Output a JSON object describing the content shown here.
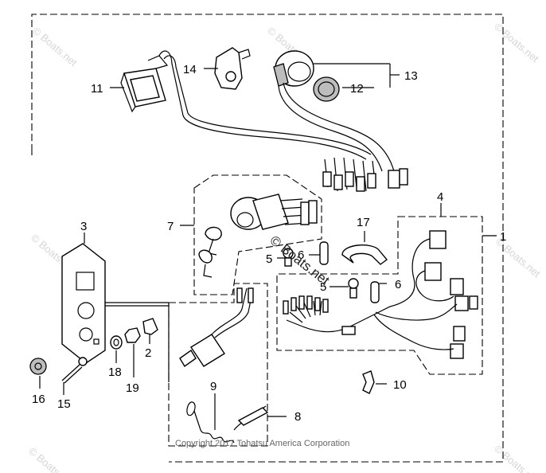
{
  "watermark_text": "© Boats.net",
  "center_watermark": "© Boats.net",
  "copyright": "Copyright 2017 Tohatsu America Corporation",
  "callouts": [
    "1",
    "2",
    "3",
    "4",
    "5",
    "6",
    "7",
    "8",
    "9",
    "10",
    "11",
    "12",
    "13",
    "14",
    "15",
    "16",
    "17",
    "18",
    "19"
  ],
  "labels": {
    "c1": "1",
    "c2": "2",
    "c3": "3",
    "c4": "4",
    "c5a": "5",
    "c5b": "5",
    "c6a": "6",
    "c6b": "6",
    "c7": "7",
    "c8": "8",
    "c9": "9",
    "c10": "10",
    "c11": "11",
    "c12": "12",
    "c13": "13",
    "c14": "14",
    "c15": "15",
    "c16": "16",
    "c17": "17",
    "c18": "18",
    "c19": "19"
  }
}
